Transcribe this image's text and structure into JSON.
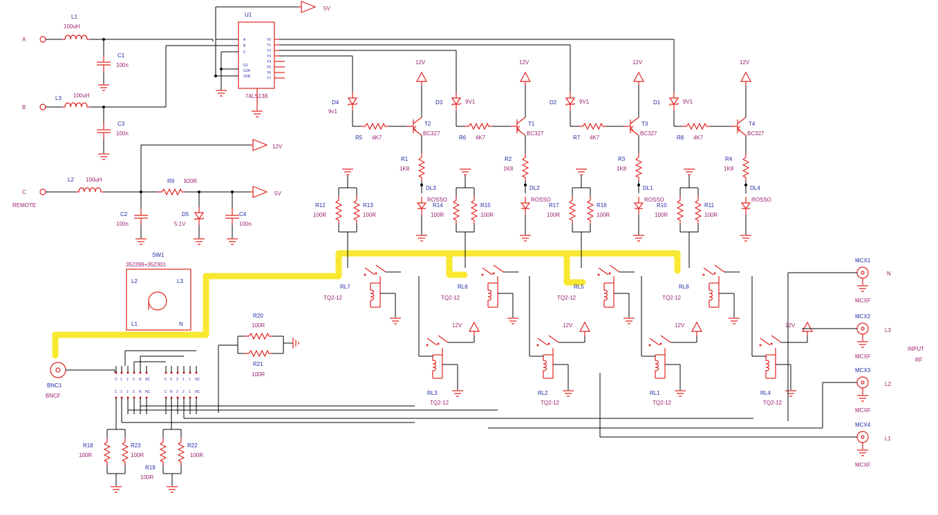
{
  "ports": {
    "a": "A",
    "b": "B",
    "c": "C",
    "remote": "REMOTE",
    "n": "N",
    "l3": "L3",
    "l2": "L2",
    "l1": "L1",
    "input": "INPUT",
    "rf": "RF"
  },
  "power": {
    "v5": "5V",
    "v12": "12V"
  },
  "inductors": [
    {
      "ref": "L1",
      "val": "100uH"
    },
    {
      "ref": "L3",
      "val": "100uH"
    },
    {
      "ref": "L2",
      "val": "100uH"
    }
  ],
  "capacitors": [
    {
      "ref": "C1",
      "val": "100n"
    },
    {
      "ref": "C3",
      "val": "100n"
    },
    {
      "ref": "C2",
      "val": "100n"
    },
    {
      "ref": "C4",
      "val": "100n"
    }
  ],
  "ic": {
    "ref": "U1",
    "part": "74LS138",
    "pins_left": [
      "A",
      "B",
      "C",
      "G1",
      "G2A",
      "G2B"
    ],
    "pins_right": [
      "Y0",
      "Y1",
      "Y2",
      "Y3",
      "Y4",
      "Y5",
      "Y6",
      "Y7"
    ]
  },
  "r9": {
    "ref": "R9",
    "val": "820R"
  },
  "d5": {
    "ref": "D5",
    "val": "5.1V"
  },
  "zeners": [
    {
      "ref": "D4",
      "val": "9v1"
    },
    {
      "ref": "D3",
      "val": "9V1"
    },
    {
      "ref": "D2",
      "val": "9V1"
    },
    {
      "ref": "D1",
      "val": "9V1"
    }
  ],
  "base_resistors": [
    {
      "ref": "R5",
      "val": "4K7"
    },
    {
      "ref": "R6",
      "val": "4K7"
    },
    {
      "ref": "R7",
      "val": "4K7"
    },
    {
      "ref": "R8",
      "val": "4K7"
    }
  ],
  "transistors": [
    {
      "ref": "T2",
      "part": "BC327"
    },
    {
      "ref": "T1",
      "part": "BC327"
    },
    {
      "ref": "T3",
      "part": "BC327"
    },
    {
      "ref": "T4",
      "part": "BC327"
    }
  ],
  "led_resistors": [
    {
      "ref": "R1",
      "val": "1K8"
    },
    {
      "ref": "R2",
      "val": "1K8"
    },
    {
      "ref": "R3",
      "val": "1K8"
    },
    {
      "ref": "R4",
      "val": "1K8"
    }
  ],
  "leds": [
    {
      "ref": "DL3",
      "val": "ROSSO"
    },
    {
      "ref": "DL2",
      "val": "ROSSO"
    },
    {
      "ref": "DL1",
      "val": "ROSSO"
    },
    {
      "ref": "DL4",
      "val": "ROSSO"
    }
  ],
  "load_pairs": [
    {
      "left": "R12",
      "right": "R13",
      "lval": "100R",
      "rval": "100R"
    },
    {
      "left": "R14",
      "right": "R15",
      "lval": "100R",
      "rval": "100R"
    },
    {
      "left": "R17",
      "right": "R16",
      "lval": "100R",
      "rval": "100R"
    },
    {
      "left": "R10",
      "right": "R11",
      "lval": "100R",
      "rval": "100R"
    }
  ],
  "relays_top": [
    {
      "ref": "RL7",
      "part": "TQ2-12"
    },
    {
      "ref": "RL6",
      "part": "TQ2-12"
    },
    {
      "ref": "RL5",
      "part": "TQ2-12"
    },
    {
      "ref": "RL8",
      "part": "TQ2-12"
    }
  ],
  "relays_bottom": [
    {
      "ref": "RL3",
      "part": "TQ2-12"
    },
    {
      "ref": "RL2",
      "part": "TQ2-12"
    },
    {
      "ref": "RL1",
      "part": "TQ2-12"
    },
    {
      "ref": "RL4",
      "part": "TQ2-12"
    }
  ],
  "sw1": {
    "ref": "SW1",
    "part": "352288+352301",
    "l2": "L2",
    "l3": "L3",
    "l1": "L1",
    "n": "N"
  },
  "r20": {
    "ref": "R20",
    "val": "100R"
  },
  "r21": {
    "ref": "R21",
    "val": "100R"
  },
  "bnc": {
    "ref": "BNC1",
    "part": "BNCF"
  },
  "sw_pins_top": [
    "C",
    "1",
    "2",
    "3",
    "N",
    "NC",
    "C",
    "3",
    "2",
    "1",
    "1",
    "NC"
  ],
  "sw_pins_bottom": [
    "C",
    "1",
    "2",
    "3",
    "N",
    "NC",
    "C",
    "N",
    "3",
    "2",
    "1",
    "NC"
  ],
  "bottom_resistors": [
    {
      "ref": "R18",
      "val": "100R"
    },
    {
      "ref": "R23",
      "val": "100R"
    },
    {
      "ref": "R19",
      "val": "100R"
    },
    {
      "ref": "R22",
      "val": "100R"
    }
  ],
  "mcx": [
    {
      "ref": "MCX1",
      "part": "MCXF"
    },
    {
      "ref": "MCX2",
      "part": "MCXF"
    },
    {
      "ref": "MCX3",
      "part": "MCXF"
    },
    {
      "ref": "MCX4",
      "part": "MCXF"
    }
  ]
}
